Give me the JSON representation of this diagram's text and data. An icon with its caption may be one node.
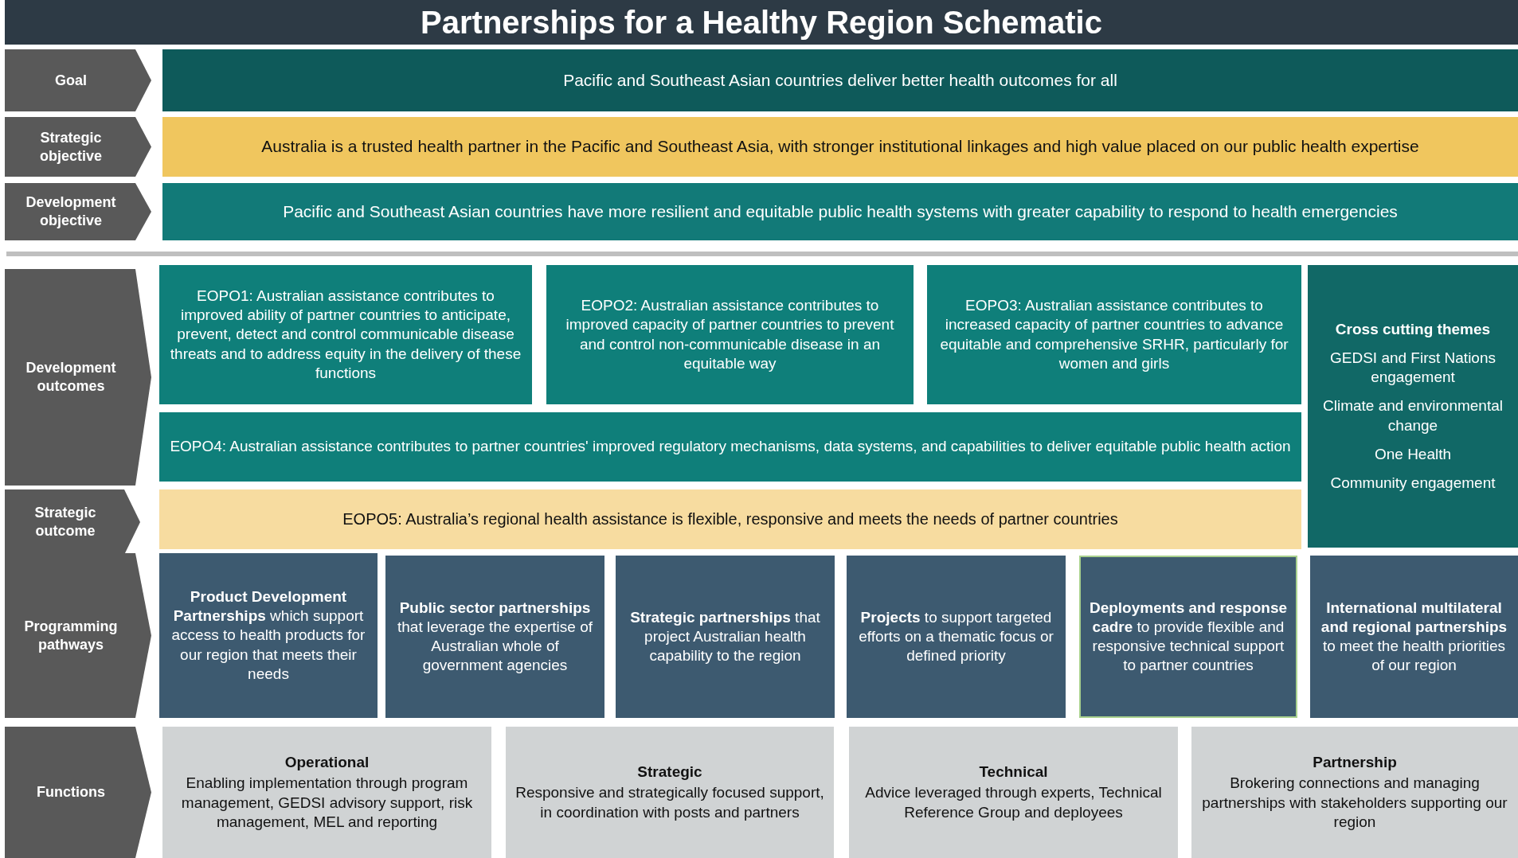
{
  "diagram": {
    "title": "Partnerships for a Healthy Region Schematic",
    "nodes": [
      {
        "text": [
          "Goal"
        ]
      },
      {
        "text": [
          "Pacific and Southeast Asian countries deliver better health outcomes for all"
        ]
      },
      {
        "text": [
          "Strategic objective"
        ]
      },
      {
        "text": [
          "Australia is a trusted health partner in the Pacific and Southeast Asia, with stronger institutional linkages and high value placed on our public health expertise"
        ]
      },
      {
        "text": [
          "Development objective"
        ]
      },
      {
        "text": [
          "Pacific and Southeast Asian countries have more resilient and equitable public health systems with greater capability to respond to health emergencies"
        ]
      },
      {
        "text": [
          "Development outcomes"
        ]
      },
      {
        "text": [
          "EOPO1: Australian assistance contributes to improved ability of partner countries to anticipate, prevent, detect and control communicable disease threats and to address equity in the delivery of these functions"
        ]
      },
      {
        "text": [
          "EOPO2: Australian assistance contributes to improved capacity of partner countries to prevent and control non-communicable disease in an equitable way"
        ]
      },
      {
        "text": [
          "EOPO3: Australian assistance contributes to increased capacity of partner countries to advance equitable and comprehensive SRHR, particularly for women and girls"
        ]
      },
      {
        "text": [
          "Cross cutting themes",
          "GEDSI and First Nations engagement",
          "Climate and environmental change",
          "One Health",
          "Community engagement"
        ]
      },
      {
        "text": [
          "EOPO4: Australian assistance contributes to partner countries' improved regulatory mechanisms, data systems, and capabilities to deliver equitable public health action"
        ]
      },
      {
        "text": [
          "Strategic outcome"
        ]
      },
      {
        "text": [
          "EOPO5: Australia’s regional health assistance is flexible, responsive and meets the needs of partner countries"
        ]
      },
      {
        "text": [
          "Programming pathways"
        ]
      },
      {
        "text": [
          "**Product Development Partnerships** which support access to health products for our region that meets their needs"
        ]
      },
      {
        "text": [
          "**Public sector partnerships** that leverage the expertise of Australian whole of government agencies"
        ]
      },
      {
        "text": [
          "**Strategic partnerships** that project Australian health capability to the region"
        ]
      },
      {
        "text": [
          "**Projects** to support targeted efforts on a thematic focus or defined priority"
        ]
      },
      {
        "text": [
          "**Deployments and response cadre** to provide flexible and responsive technical support to partner countries"
        ]
      },
      {
        "text": [
          "**International multilateral and regional partnerships** to meet the health priorities of our region"
        ]
      },
      {
        "text": [
          "Functions"
        ]
      },
      {
        "text": [
          "Operational",
          "Enabling implementation through program management, GEDSI advisory support, risk management, MEL and reporting"
        ]
      },
      {
        "text": [
          "Strategic",
          "Responsive and strategically focused support, in coordination with posts and partners"
        ]
      },
      {
        "text": [
          "Technical",
          "Advice leveraged through experts, Technical Reference Group and deployees"
        ]
      },
      {
        "text": [
          "Partnership",
          "Brokering connections and managing partnerships with stakeholders supporting our region"
        ]
      }
    ]
  }
}
